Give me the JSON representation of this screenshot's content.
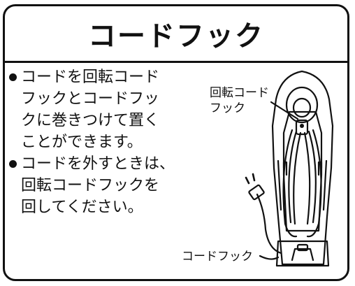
{
  "title": "コードフック",
  "bullets": [
    {
      "lines": [
        "コードを回転コード",
        "フックとコードフッ",
        "クに巻きつけて置く",
        "ことができます。"
      ]
    },
    {
      "lines": [
        "コードを外すときは、",
        "回転コードフックを",
        "回してください。"
      ]
    }
  ],
  "callouts": {
    "rotary_hook": [
      "回転コード",
      "フック"
    ],
    "cord_hook": "コードフック"
  }
}
